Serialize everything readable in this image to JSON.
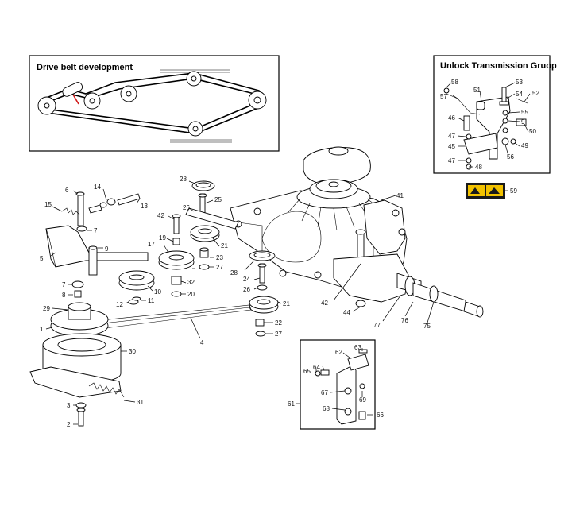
{
  "insets": {
    "drive_belt": {
      "title": "Drive belt development"
    },
    "unlock_transmission": {
      "title": "Unlock Transmission Gruop"
    }
  },
  "callouts": {
    "p1": "1",
    "p2": "2",
    "p3": "3",
    "p4": "4",
    "p5": "5",
    "p6": "6",
    "p7a": "7",
    "p7b": "7",
    "p8": "8",
    "p9": "9",
    "p10": "10",
    "p11": "11",
    "p12": "12",
    "p13": "13",
    "p14": "14",
    "p15": "15",
    "p17": "17",
    "p19": "19",
    "p20": "20",
    "p21a": "21",
    "p21b": "21",
    "p22": "22",
    "p23": "23",
    "p24": "24",
    "p25": "25",
    "p26a": "26",
    "p26b": "26",
    "p27a": "27",
    "p27b": "27",
    "p28a": "28",
    "p28b": "28",
    "p29": "29",
    "p30": "30",
    "p31": "31",
    "p32": "32",
    "p41": "41",
    "p42a": "42",
    "p42b": "42",
    "p44": "44",
    "p45": "45",
    "p46": "46",
    "p47a": "47",
    "p47b": "47",
    "p48": "48",
    "p49": "49",
    "p50": "50",
    "p51": "51",
    "p52": "52",
    "p53": "53",
    "p54": "54",
    "p55": "55",
    "p56": "56",
    "p57": "57",
    "p58": "58",
    "p59": "59",
    "p61": "61",
    "p62": "62",
    "p63": "63",
    "p64": "64",
    "p65": "65",
    "p66": "66",
    "p67": "67",
    "p68": "68",
    "p69": "69",
    "p75": "75",
    "p76": "76",
    "p77": "77"
  },
  "colors": {
    "line": "#000000",
    "belt_marker": "#d11a1a",
    "label_bg": "#f2c200",
    "label_dark": "#1a1a1a"
  },
  "icons": {
    "decal_label": "warning-decal-icon"
  }
}
